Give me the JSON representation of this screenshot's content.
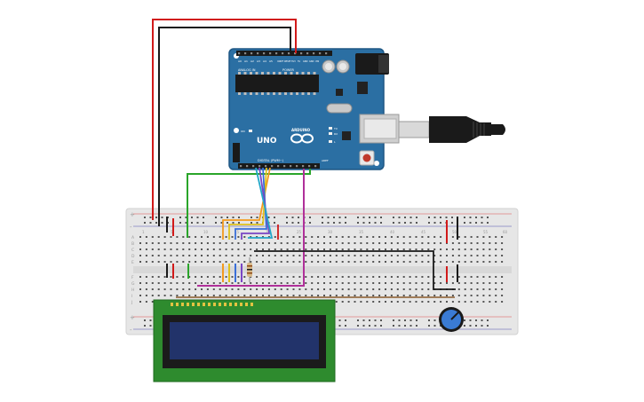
{
  "arduino": {
    "brand": "ARDUINO",
    "model": "UNO",
    "header_analog": "ANALOG IN",
    "header_power": "POWER",
    "header_digital": "DIGITAL (PWM~)",
    "label_on": "ON",
    "label_tx": "TX",
    "label_rx": "RX",
    "label_l": "L",
    "label_aref": "AREF",
    "power_pins": [
      "IOREF",
      "RESET",
      "3V3",
      "5V",
      "GND",
      "GND",
      "VIN"
    ],
    "analog_pins": [
      "A0",
      "A1",
      "A2",
      "A3",
      "A4",
      "A5"
    ]
  },
  "breadboard": {
    "row_letters_top": [
      "A",
      "B",
      "C",
      "D",
      "E"
    ],
    "row_letters_bottom": [
      "F",
      "G",
      "H",
      "I",
      "J"
    ],
    "column_numbers": [
      "1",
      "5",
      "10",
      "15",
      "20",
      "25",
      "30",
      "35",
      "40",
      "45",
      "50",
      "55",
      "60"
    ],
    "rail_plus": "+",
    "rail_minus": "-"
  },
  "components": {
    "lcd": "16x2 LCD",
    "potentiometer": "Potentiometer",
    "resistor": "Resistor",
    "usb": "USB cable"
  },
  "colors": {
    "board": "#2b6fa3",
    "board_dark": "#1e5784",
    "breadboard": "#e6e6e6",
    "lcd_pcb": "#2e8b2e",
    "lcd_screen": "#22336a",
    "wire_red": "#d11a1a",
    "wire_black": "#1a1a1a",
    "wire_green": "#2aa52a",
    "wire_magenta": "#b0309a",
    "wire_orange": "#f39a1e",
    "wire_yellow": "#e0c21c",
    "wire_blue": "#3a6fd8",
    "wire_purple": "#7a45c4",
    "wire_cyan": "#23a7c9",
    "wire_brown": "#8a5a2b"
  }
}
